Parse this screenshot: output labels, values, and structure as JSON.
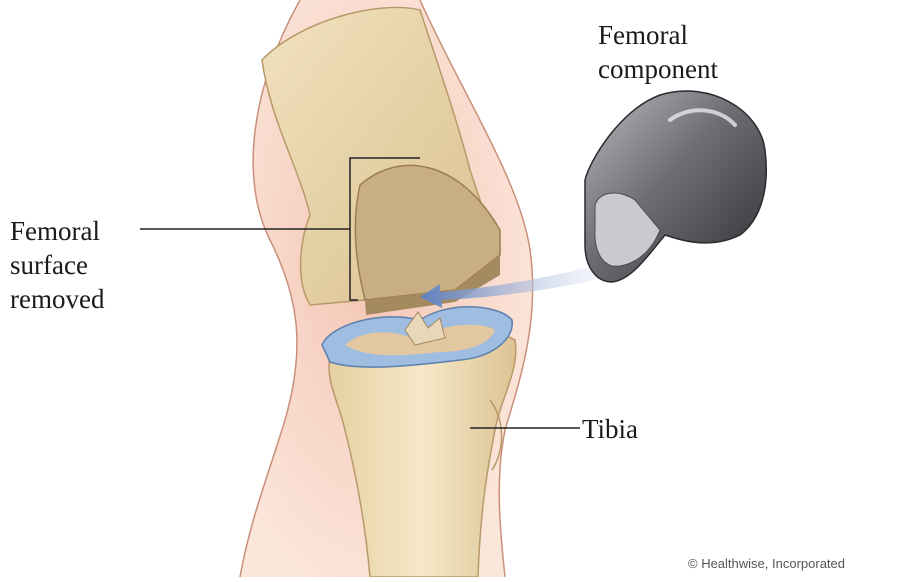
{
  "labels": {
    "femoral_component": [
      "Femoral",
      "component"
    ],
    "femoral_surface_removed": [
      "Femoral",
      "surface",
      "removed"
    ],
    "tibia": "Tibia"
  },
  "credit": "© Healthwise, Incorporated",
  "colors": {
    "skin": "#f2cdb8",
    "bone": "#efdcae",
    "bone_cut": "#c2a67b",
    "cartilage": "#8fb3d8",
    "implant": "#7d7f84",
    "arrow": "#6f8fc8",
    "leader": "#222222"
  }
}
